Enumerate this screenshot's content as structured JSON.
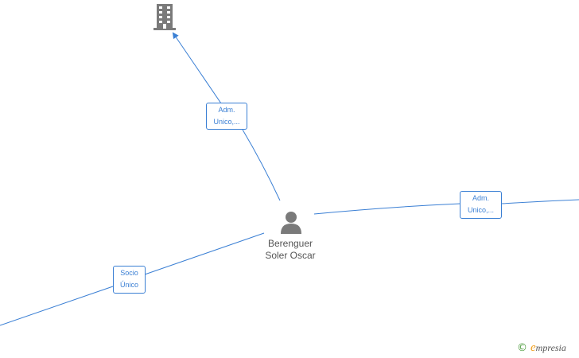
{
  "nodes": {
    "person": {
      "name_line1": "Berenguer",
      "name_line2": "Soler Oscar",
      "icon": "person-icon"
    },
    "company": {
      "icon": "building-icon"
    }
  },
  "edges": [
    {
      "id": "to-company",
      "label_line1": "Adm.",
      "label_line2": "Unico,..."
    },
    {
      "id": "to-right",
      "label_line1": "Adm.",
      "label_line2": "Unico,..."
    },
    {
      "id": "to-left",
      "label_line1": "Socio",
      "label_line2": "Único"
    }
  ],
  "colors": {
    "edge": "#3a7fd4",
    "icon": "#7a7a7a",
    "text": "#555555",
    "brand_mark": "#f0a020",
    "copyright": "#4a9a3a"
  },
  "brand": {
    "copyright": "©",
    "initial": "e",
    "rest": "mpresia"
  }
}
